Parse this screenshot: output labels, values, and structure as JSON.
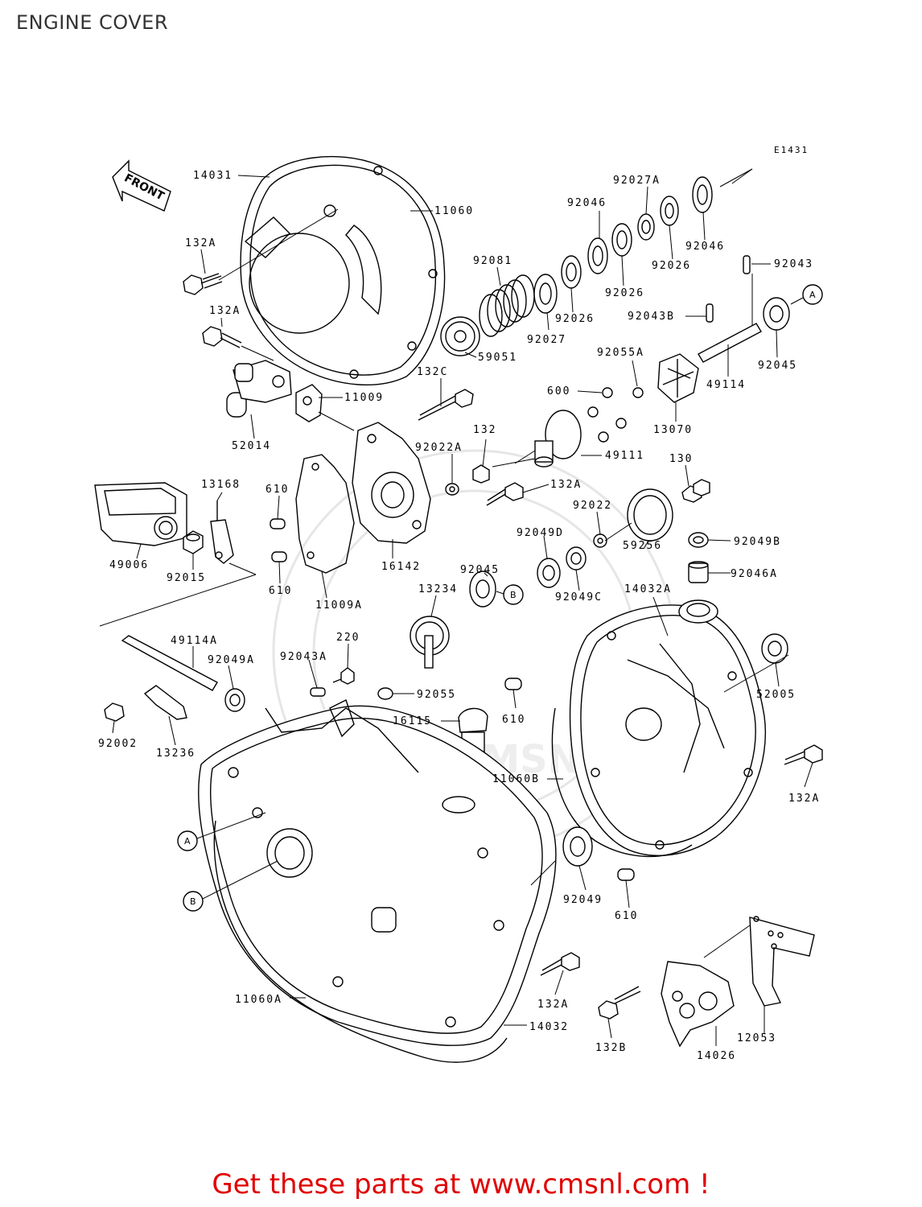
{
  "page": {
    "title": "ENGINE COVER",
    "ref_code": "E1431",
    "front_label": "FRONT",
    "banner": "Get these parts at www.cmsnl.com !",
    "watermark": "WWW.CMSNL.COM"
  },
  "callouts": {
    "A": "A",
    "B": "B"
  },
  "parts": [
    {
      "id": "p14031",
      "code": "14031"
    },
    {
      "id": "p11060",
      "code": "11060"
    },
    {
      "id": "p132A_1",
      "code": "132A"
    },
    {
      "id": "p132A_2",
      "code": "132A"
    },
    {
      "id": "p11009",
      "code": "11009"
    },
    {
      "id": "p52014",
      "code": "52014"
    },
    {
      "id": "p92081",
      "code": "92081"
    },
    {
      "id": "p92027",
      "code": "92027"
    },
    {
      "id": "p92026_1",
      "code": "92026"
    },
    {
      "id": "p59051",
      "code": "59051"
    },
    {
      "id": "p92046_1",
      "code": "92046"
    },
    {
      "id": "p92027A",
      "code": "92027A"
    },
    {
      "id": "p92026_2",
      "code": "92026"
    },
    {
      "id": "p92026_3",
      "code": "92026"
    },
    {
      "id": "p92046_2",
      "code": "92046"
    },
    {
      "id": "p92043",
      "code": "92043"
    },
    {
      "id": "p92043B",
      "code": "92043B"
    },
    {
      "id": "p92045_1",
      "code": "92045"
    },
    {
      "id": "p49114",
      "code": "49114"
    },
    {
      "id": "p92055A",
      "code": "92055A"
    },
    {
      "id": "p13070",
      "code": "13070"
    },
    {
      "id": "p600",
      "code": "600"
    },
    {
      "id": "p132C",
      "code": "132C"
    },
    {
      "id": "p92022A",
      "code": "92022A"
    },
    {
      "id": "p132",
      "code": "132"
    },
    {
      "id": "p49111",
      "code": "49111"
    },
    {
      "id": "p130",
      "code": "130"
    },
    {
      "id": "p132A_3",
      "code": "132A"
    },
    {
      "id": "p92022",
      "code": "92022"
    },
    {
      "id": "p92049D",
      "code": "92049D"
    },
    {
      "id": "p92049B",
      "code": "92049B"
    },
    {
      "id": "p59256",
      "code": "59256"
    },
    {
      "id": "p92046A",
      "code": "92046A"
    },
    {
      "id": "p13168",
      "code": "13168"
    },
    {
      "id": "p610_1",
      "code": "610"
    },
    {
      "id": "p610_2",
      "code": "610"
    },
    {
      "id": "p49006",
      "code": "49006"
    },
    {
      "id": "p92015",
      "code": "92015"
    },
    {
      "id": "p11009A",
      "code": "11009A"
    },
    {
      "id": "p16142",
      "code": "16142"
    },
    {
      "id": "p92045_2",
      "code": "92045"
    },
    {
      "id": "p92049C",
      "code": "92049C"
    },
    {
      "id": "p14032A",
      "code": "14032A"
    },
    {
      "id": "p13234",
      "code": "13234"
    },
    {
      "id": "p49114A",
      "code": "49114A"
    },
    {
      "id": "p220",
      "code": "220"
    },
    {
      "id": "p92049A",
      "code": "92049A"
    },
    {
      "id": "p92043A",
      "code": "92043A"
    },
    {
      "id": "p92055",
      "code": "92055"
    },
    {
      "id": "p16115",
      "code": "16115"
    },
    {
      "id": "p610_3",
      "code": "610"
    },
    {
      "id": "p52005",
      "code": "52005"
    },
    {
      "id": "p92002",
      "code": "92002"
    },
    {
      "id": "p13236",
      "code": "13236"
    },
    {
      "id": "p11060B",
      "code": "11060B"
    },
    {
      "id": "p132A_4",
      "code": "132A"
    },
    {
      "id": "p92049",
      "code": "92049"
    },
    {
      "id": "p610_4",
      "code": "610"
    },
    {
      "id": "p132A_5",
      "code": "132A"
    },
    {
      "id": "p14032",
      "code": "14032"
    },
    {
      "id": "p11060A",
      "code": "11060A"
    },
    {
      "id": "p132B",
      "code": "132B"
    },
    {
      "id": "p14026",
      "code": "14026"
    },
    {
      "id": "p12053",
      "code": "12053"
    }
  ]
}
